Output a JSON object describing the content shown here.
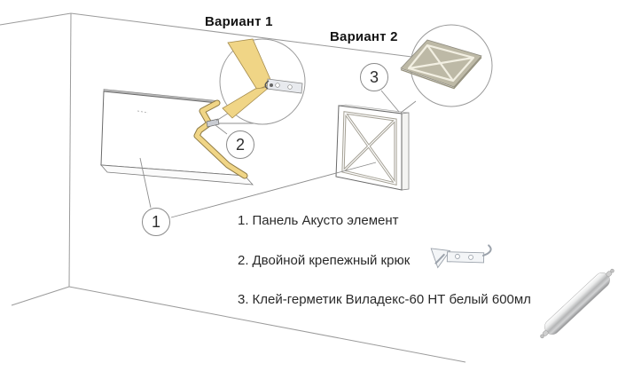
{
  "diagram": {
    "variant1_title": "Вариант 1",
    "variant2_title": "Вариант 2",
    "callout_1": "1",
    "callout_2": "2",
    "callout_3": "3",
    "legend": {
      "items": [
        {
          "marker": "1.",
          "label": "Панель Акусто элемент"
        },
        {
          "marker": "2.",
          "label": "Двойной крепежный крюк"
        },
        {
          "marker": "3.",
          "label": "Клей-герметик Виладекс-60 НТ белый 600мл"
        }
      ]
    },
    "icons": {
      "hook": "double-mounting-hook-icon",
      "sealant": "sealant-foil-cartridge-icon",
      "glue_pattern": "glue-bead-pattern-icon"
    },
    "colors": {
      "panel_core_yellow": "#f0d586",
      "glue_panel_back": "#bdb9a6",
      "line_gray": "#9b9b9b",
      "text": "#262626"
    }
  }
}
